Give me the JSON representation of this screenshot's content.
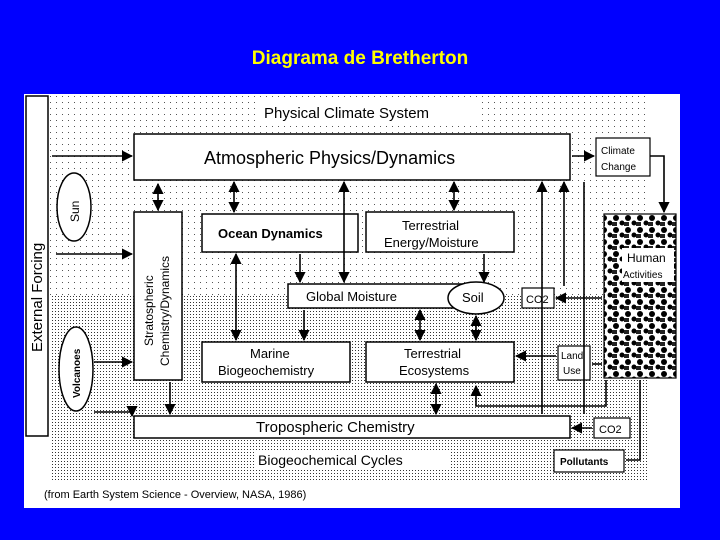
{
  "page": {
    "title": "Diagrama de Bretherton"
  },
  "diagram": {
    "physical_climate_system": "Physical Climate System",
    "atmospheric_physics": "Atmospheric Physics/Dynamics",
    "climate_change_1": "Climate",
    "climate_change_2": "Change",
    "external_forcing": "External Forcing",
    "sun": "Sun",
    "volcanoes": "Volcanoes",
    "stratospheric_1": "Stratospheric",
    "stratospheric_2": "Chemistry/Dynamics",
    "ocean_dynamics": "Ocean Dynamics",
    "terrestrial_energy_1": "Terrestrial",
    "terrestrial_energy_2": "Energy/Moisture",
    "global_moisture": "Global Moisture",
    "soil": "Soil",
    "co2_top": "CO2",
    "human_1": "Human",
    "human_2": "Activities",
    "marine_1": "Marine",
    "marine_2": "Biogeochemistry",
    "terrestrial_eco_1": "Terrestrial",
    "terrestrial_eco_2": "Ecosystems",
    "land_use_1": "Land",
    "land_use_2": "Use",
    "tropospheric": "Tropospheric Chemistry",
    "co2_bottom": "CO2",
    "biogeochemical": "Biogeochemical Cycles",
    "pollutants": "Pollutants",
    "source": "(from Earth System Science - Overview, NASA, 1986)"
  }
}
